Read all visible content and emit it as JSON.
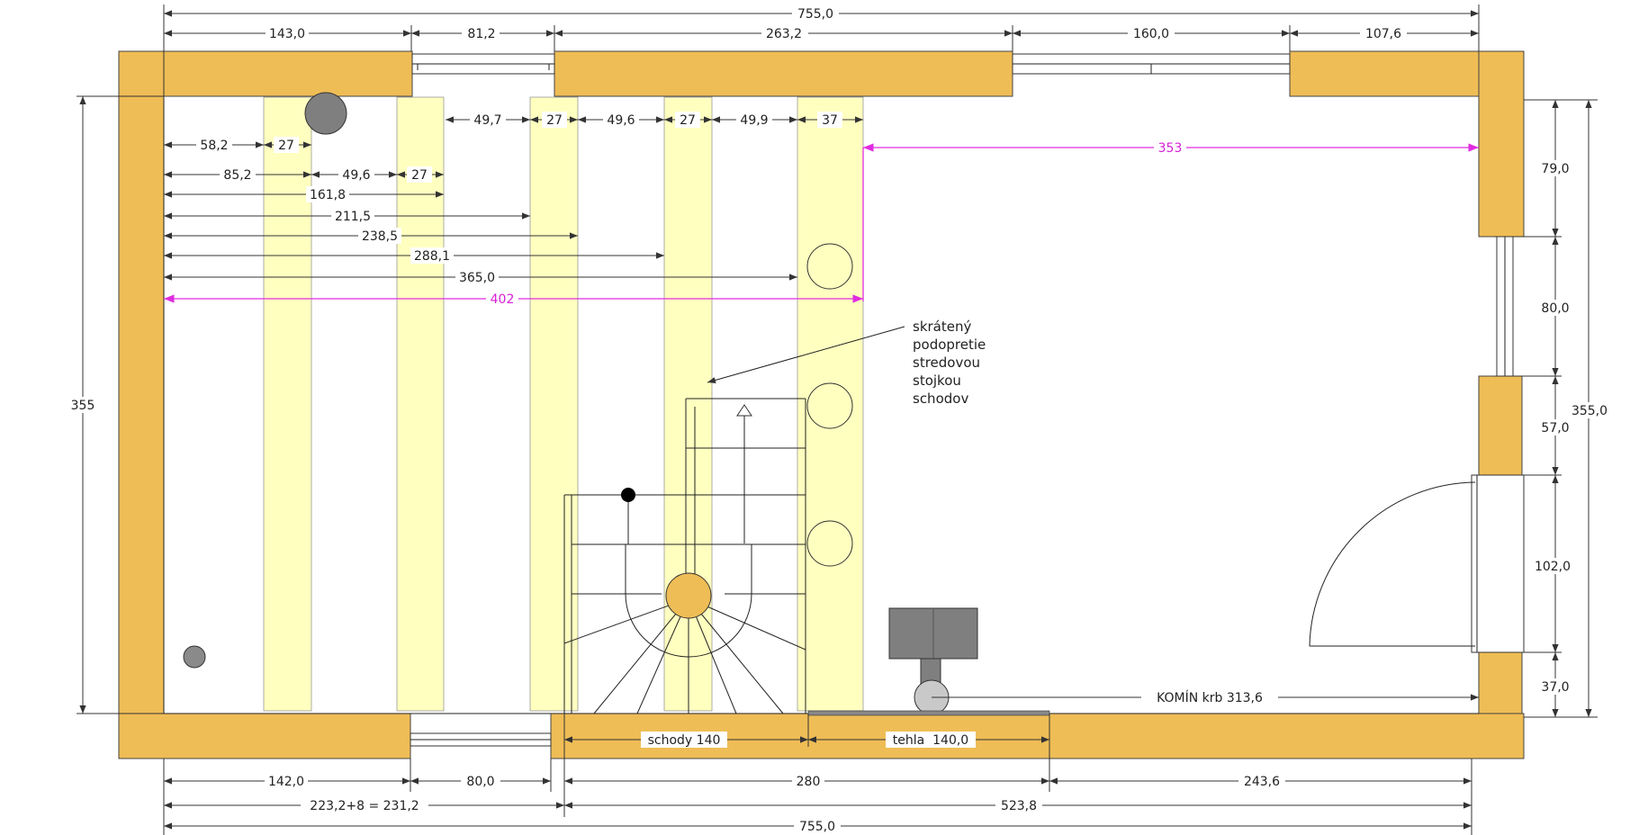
{
  "top_dims_outer": {
    "total": "755,0"
  },
  "top_dims": [
    "143,0",
    "81,2",
    "263,2",
    "160,0",
    "107,6"
  ],
  "beam_dims": [
    "49,7",
    "27",
    "49,6",
    "27",
    "49,9",
    "37"
  ],
  "pink_right": "353",
  "pink_left": "402",
  "left_stack": [
    "58,2",
    "27",
    "85,2",
    "49,6",
    "27",
    "161,8",
    "211,5",
    "238,5",
    "288,1",
    "365,0"
  ],
  "left_height": "355",
  "right_dims": [
    "79,0",
    "80,0",
    "57,0",
    "102,0",
    "37,0"
  ],
  "right_height": "355,0",
  "bottom_inner": [
    "schody 140",
    "tehla  140,0"
  ],
  "bottom_row1": [
    "142,0",
    "80,0",
    "280",
    "243,6"
  ],
  "bottom_row2": [
    "223,2+8 = 231,2",
    "523,8"
  ],
  "bottom_total": "755,0",
  "komin_label": "KOMÍN krb 313,6",
  "note_lines": [
    "skrátený",
    "podopretie",
    "stredovou",
    "stojkou",
    "schodov"
  ],
  "colors": {
    "wall": "#efbd56",
    "beam": "#ffffc0",
    "pink": "#e02ce0",
    "column": "#7f7f7f"
  }
}
